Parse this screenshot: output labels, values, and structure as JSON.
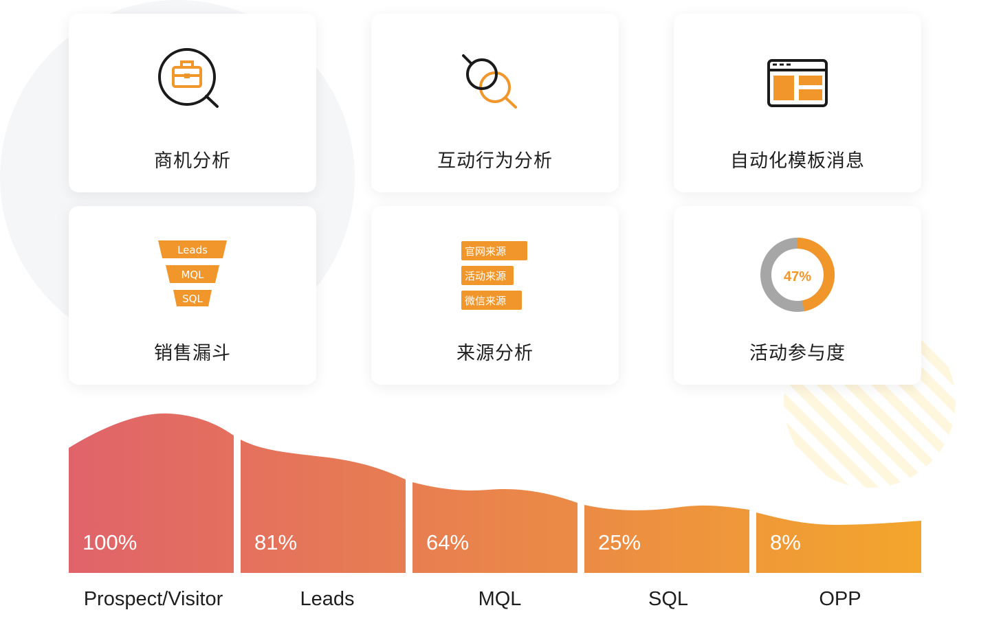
{
  "cards": [
    {
      "title": "商机分析",
      "icon": "briefcase-search-icon"
    },
    {
      "title": "互动行为分析",
      "icon": "dual-magnifier-icon"
    },
    {
      "title": "自动化模板消息",
      "icon": "browser-template-icon"
    },
    {
      "title": "销售漏斗",
      "icon": "funnel-icon",
      "funnel_steps": [
        "Leads",
        "MQL",
        "SQL"
      ]
    },
    {
      "title": "来源分析",
      "icon": "source-tags-icon",
      "tags": [
        "官网来源",
        "活动来源",
        "微信来源"
      ]
    },
    {
      "title": "活动参与度",
      "icon": "donut-chart-icon",
      "percent_label": "47%",
      "percent": 47
    }
  ],
  "colors": {
    "accent": "#f0962a",
    "gray": "#a6a6a6",
    "funnel_start": "#e0636a",
    "funnel_end": "#f3a62c"
  },
  "chart_data": {
    "type": "area",
    "categories": [
      "Prospect/Visitor",
      "Leads",
      "MQL",
      "SQL",
      "OPP"
    ],
    "values": [
      100,
      81,
      64,
      25,
      8
    ],
    "value_labels": [
      "100%",
      "81%",
      "64%",
      "25%",
      "8%"
    ]
  }
}
